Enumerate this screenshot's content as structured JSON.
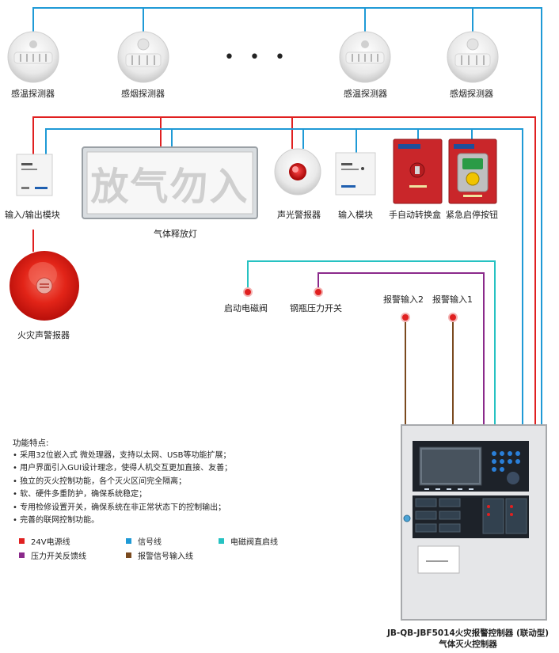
{
  "detectors": [
    {
      "label": "感温探测器"
    },
    {
      "label": "感烟探测器"
    },
    {
      "label": "感温探测器"
    },
    {
      "label": "感烟探测器"
    }
  ],
  "ellipsis": "• • •",
  "devices": {
    "io_module": "输入/输出模块",
    "gas_lamp": "气体释放灯",
    "gas_lamp_text": "放气勿入",
    "sound_light": "声光警报器",
    "input_module": "输入模块",
    "manual_auto": "手自动转换盒",
    "emergency": "紧急启停按钮",
    "fire_bell": "火灾声警报器",
    "solenoid": "启动电磁阀",
    "pressure_switch": "钢瓶压力开关",
    "alarm_in_2": "报警输入2",
    "alarm_in_1": "报警输入1"
  },
  "features": {
    "title": "功能特点:",
    "items": [
      "• 采用32位嵌入式 微处理器，支持以太网、USB等功能扩展；",
      "• 用户界面引入GUI设计理念，使得人机交互更加直接、友善；",
      "• 独立的灭火控制功能，各个灭火区间完全隔离；",
      "• 软、硬件多重防护，确保系统稳定；",
      "• 专用检修设置开关，确保系统在非正常状态下的控制输出；",
      "• 完善的联网控制功能。"
    ]
  },
  "legend": [
    {
      "label": "24V电源线",
      "color": "#e02020"
    },
    {
      "label": "信号线",
      "color": "#1f9ad6"
    },
    {
      "label": "电磁阀直启线",
      "color": "#26c2c2"
    },
    {
      "label": "压力开关反馈线",
      "color": "#8b2a8b"
    },
    {
      "label": "报警信号输入线",
      "color": "#7a4a1f"
    }
  ],
  "controller": {
    "title_line1": "JB-QB-JBF5014火灾报警控制器 (联动型)",
    "title_line2": "气体灭火控制器"
  },
  "colors": {
    "red": "#e02020",
    "blue": "#1f9ad6",
    "cyan": "#26c2c2",
    "purple": "#8b2a8b",
    "brown": "#7a4a1f"
  }
}
